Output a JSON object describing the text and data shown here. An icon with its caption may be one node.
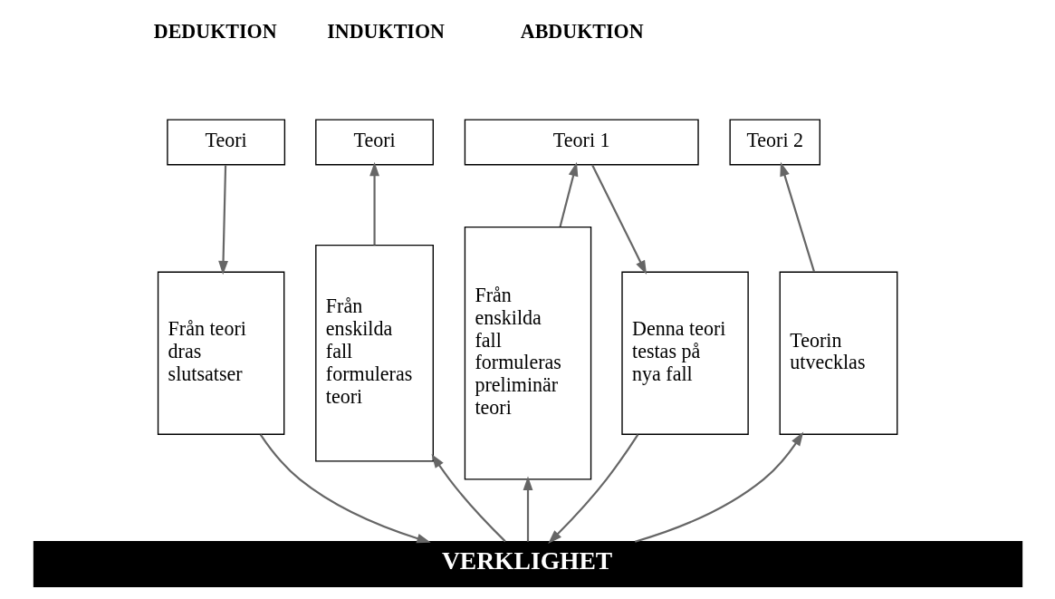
{
  "diagram": {
    "nodes": [
      {
        "text": [
          "Teori"
        ]
      },
      {
        "text": [
          "Från teori dras slutsatser"
        ]
      },
      {
        "text": [
          "Teori"
        ]
      },
      {
        "text": [
          "Från enskilda fall formuleras teori"
        ]
      },
      {
        "text": [
          "Teori 1"
        ]
      },
      {
        "text": [
          "Från enskilda fall formuleras preliminär teori"
        ]
      },
      {
        "text": [
          "Denna teori testas på nya fall"
        ]
      },
      {
        "text": [
          "Teori 2"
        ]
      },
      {
        "text": [
          "Teorin utvecklas"
        ]
      },
      {
        "text": [
          "VERKLIGHET"
        ]
      }
    ],
    "edges": [
      {
        "from": 0,
        "to": 1,
        "arrow": "to"
      },
      {
        "from": 1,
        "to": 9,
        "arrow": "to"
      },
      {
        "from": 9,
        "to": 3,
        "arrow": "to"
      },
      {
        "from": 3,
        "to": 2,
        "arrow": "to"
      },
      {
        "from": 9,
        "to": 5,
        "arrow": "to"
      },
      {
        "from": 5,
        "to": 4,
        "arrow": "to"
      },
      {
        "from": 4,
        "to": 6,
        "arrow": "to"
      },
      {
        "from": 6,
        "to": 9,
        "arrow": "to"
      },
      {
        "from": 9,
        "to": 8,
        "arrow": "to"
      },
      {
        "from": 8,
        "to": 7,
        "arrow": "to"
      }
    ],
    "labels": [
      "DEDUKTION",
      "INDUKTION",
      "ABDUKTION"
    ]
  }
}
